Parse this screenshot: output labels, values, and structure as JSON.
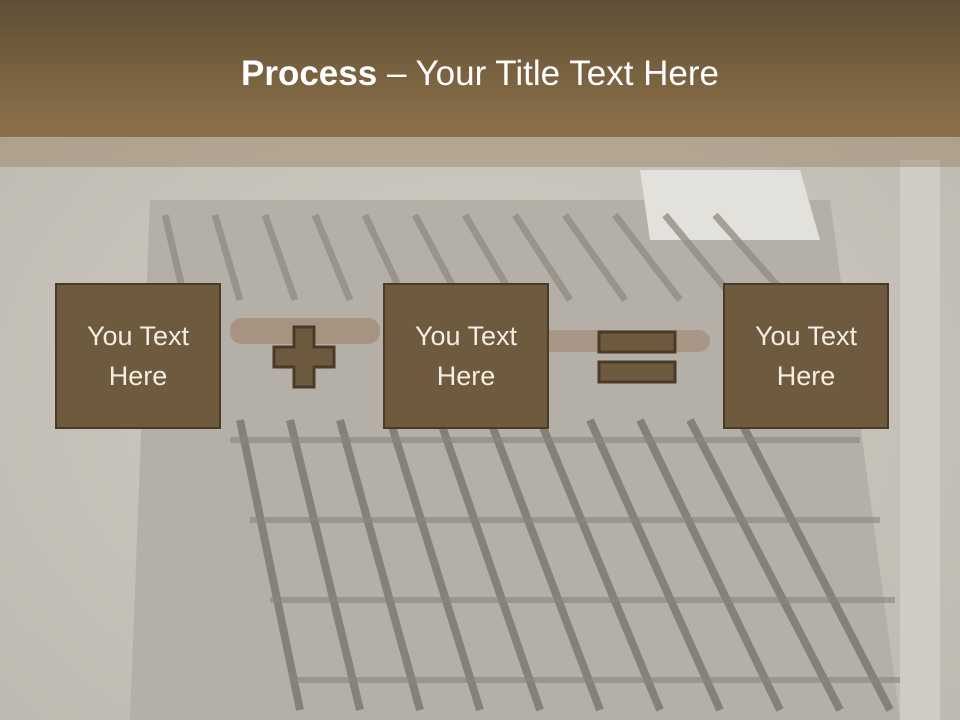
{
  "slide": {
    "title_bold": "Process",
    "title_rest": " – Your Title Text Here",
    "boxes": [
      {
        "text": "You Text\nHere"
      },
      {
        "text": "You Text\nHere"
      },
      {
        "text": "You Text\nHere"
      }
    ],
    "operators": [
      "plus-icon",
      "equals-icon"
    ],
    "colors": {
      "header": "#7a6240",
      "box_fill": "#6e5a3e",
      "box_border": "#4a3b28",
      "text_light": "#ffffff"
    }
  }
}
